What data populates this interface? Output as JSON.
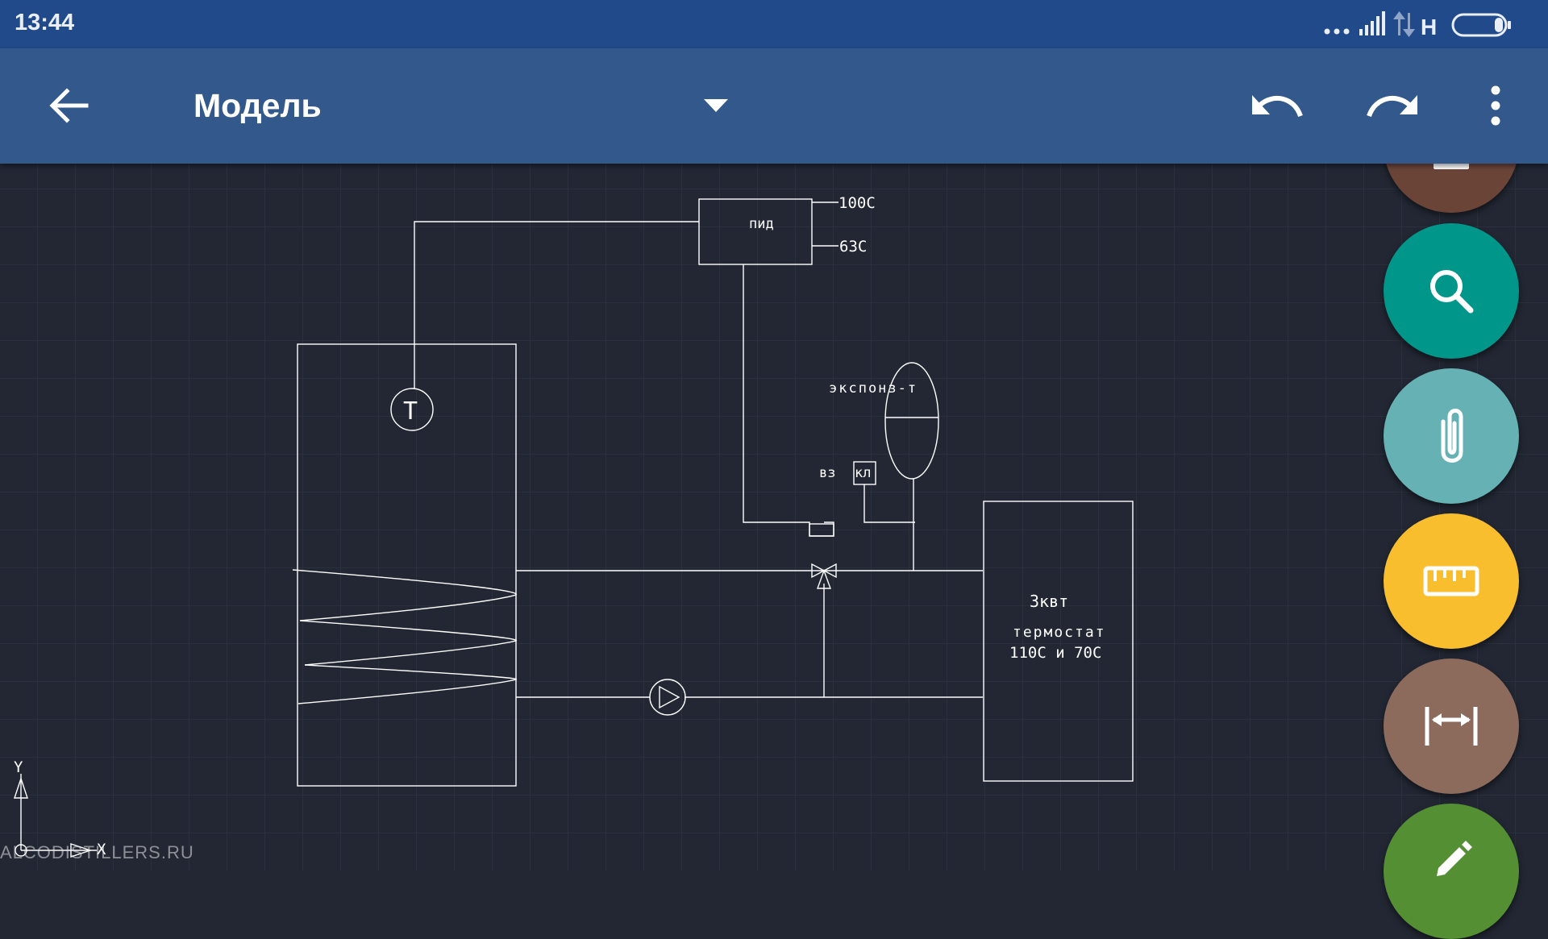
{
  "status_bar": {
    "time": "13:44",
    "network_type": "H",
    "icons": [
      "more-dots-icon",
      "signal-icon",
      "data-arrows-icon",
      "battery-icon"
    ]
  },
  "toolbar": {
    "title": "Модель",
    "icons": [
      "back-arrow-icon",
      "dropdown-icon",
      "undo-icon",
      "redo-icon",
      "overflow-menu-icon"
    ]
  },
  "drawing": {
    "labels": {
      "pid": "пид",
      "temp_100": "100C",
      "temp_63": "63C",
      "expansion_tank": "экспонз-т",
      "air_valve_prefix": "вз",
      "air_valve_box": "кл",
      "thermo_sensor": "T",
      "power": "3квт",
      "thermostat": "термостат",
      "thermostat_temps": "110C  и  70C",
      "axis_y": "Y",
      "axis_x": "X"
    }
  },
  "fabs": [
    {
      "name": "search-fab",
      "icon": "search-icon",
      "color": "#00968a"
    },
    {
      "name": "attach-fab",
      "icon": "paperclip-icon",
      "color": "#65b1b4"
    },
    {
      "name": "ruler-fab",
      "icon": "ruler-icon",
      "color": "#f8be2e"
    },
    {
      "name": "dimension-fab",
      "icon": "dimension-icon",
      "color": "#8c6b5d"
    },
    {
      "name": "edit-fab",
      "icon": "pencil-icon",
      "color": "#548f34"
    }
  ],
  "watermark": "ALCODISTILLERS.RU",
  "colors": {
    "status_bar": "#214a8b",
    "toolbar": "#33598c",
    "canvas": "#222733",
    "grid": "#2d3341"
  }
}
